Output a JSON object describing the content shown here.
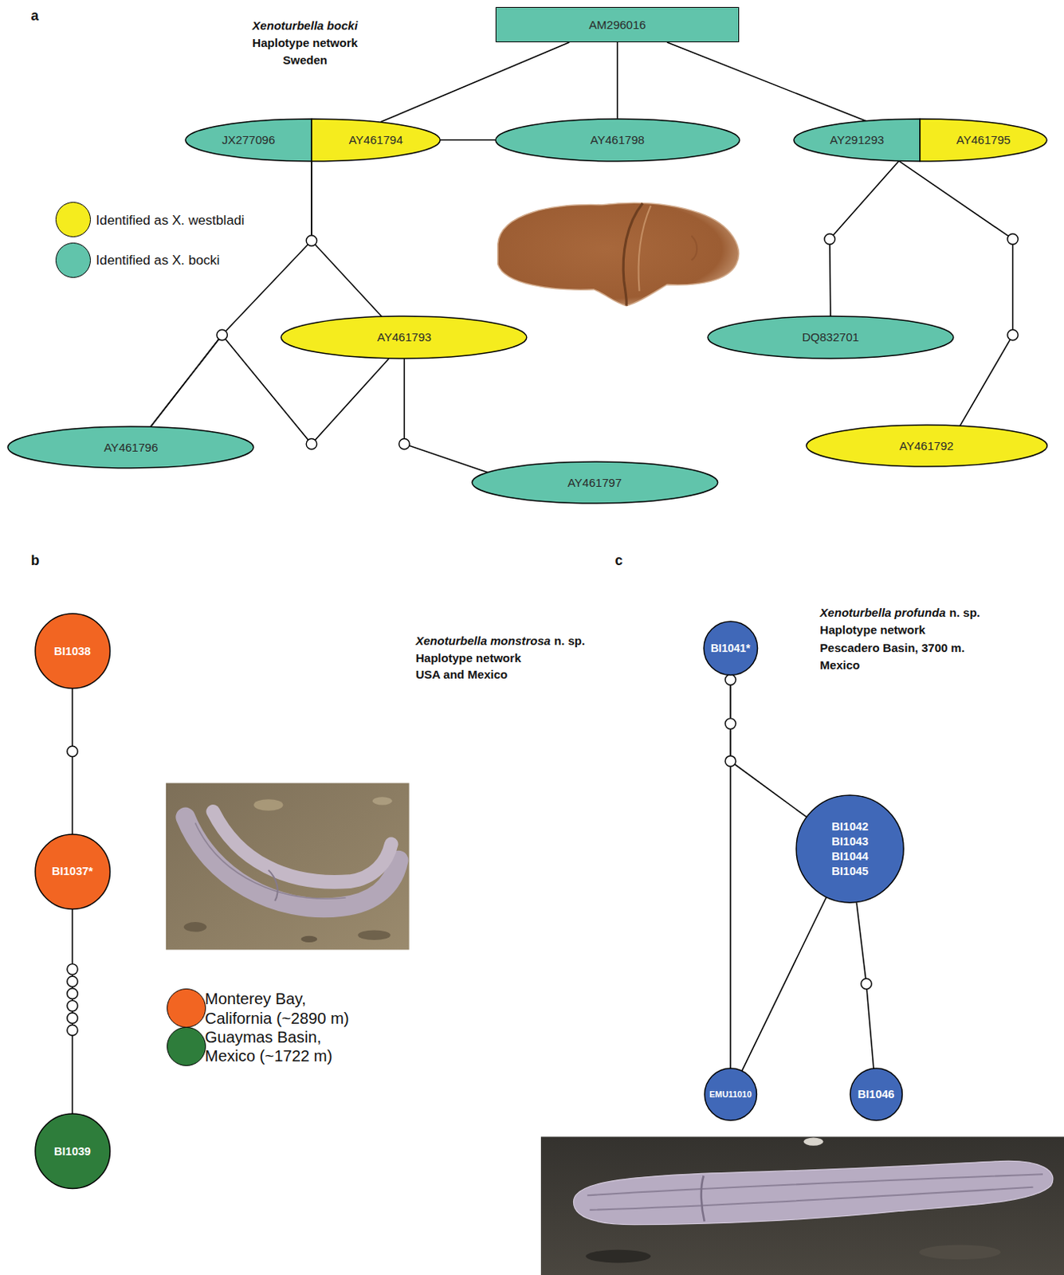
{
  "diagram": {
    "nodes": [
      {
        "text": [
          "AM296016"
        ]
      },
      {
        "text": [
          "JX277096"
        ]
      },
      {
        "text": [
          "AY461794"
        ]
      },
      {
        "text": [
          "AY461798"
        ]
      },
      {
        "text": [
          "AY291293"
        ]
      },
      {
        "text": [
          "AY461795"
        ]
      },
      {
        "text": [
          "AY461793"
        ]
      },
      {
        "text": [
          "DQ832701"
        ]
      },
      {
        "text": [
          "AY461796"
        ]
      },
      {
        "text": [
          "AY461792"
        ]
      },
      {
        "text": [
          "AY461797"
        ]
      },
      {
        "text": [
          "BI1038"
        ]
      },
      {
        "text": [
          "BI1041*"
        ]
      },
      {
        "text": [
          "BI1037*"
        ]
      },
      {
        "text": [
          "BI1042",
          "BI1043",
          "BI1044",
          "BI1045"
        ]
      },
      {
        "text": [
          "BI1039"
        ]
      },
      {
        "text": [
          "EMU11010"
        ]
      },
      {
        "text": [
          "BI1046"
        ]
      }
    ],
    "edges": [
      {
        "from": 0,
        "to": 2,
        "arrow": "none"
      },
      {
        "from": 0,
        "to": 3,
        "arrow": "none"
      },
      {
        "from": 0,
        "to": 4,
        "arrow": "none"
      },
      {
        "from": 2,
        "to": 3,
        "arrow": "none"
      },
      {
        "from": 1,
        "to": 8,
        "arrow": "none"
      },
      {
        "from": 1,
        "to": 6,
        "arrow": "none"
      },
      {
        "from": 6,
        "to": 8,
        "arrow": "none"
      },
      {
        "from": 6,
        "to": 10,
        "arrow": "none"
      },
      {
        "from": 4,
        "to": 7,
        "arrow": "none"
      },
      {
        "from": 4,
        "to": 9,
        "arrow": "none"
      },
      {
        "from": 11,
        "to": 13,
        "arrow": "none"
      },
      {
        "from": 13,
        "to": 15,
        "arrow": "none"
      },
      {
        "from": 12,
        "to": 14,
        "arrow": "none"
      },
      {
        "from": 12,
        "to": 16,
        "arrow": "none"
      },
      {
        "from": 14,
        "to": 16,
        "arrow": "none"
      },
      {
        "from": 14,
        "to": 17,
        "arrow": "none"
      }
    ],
    "labels": [
      "a",
      "Xenoturbella bocki",
      "Haplotype network",
      "Sweden",
      "b",
      "Xenoturbella monstrosa",
      "n. sp.",
      "Haplotype network",
      "USA and Mexico",
      "c",
      "Xenoturbella profunda",
      "n. sp.",
      "Haplotype network",
      "Pescadero Basin, 3700 m.",
      "Mexico"
    ],
    "legend": [
      {
        "text": "Identified as X. westbladi",
        "color": "#f5ec1e"
      },
      {
        "text": "Identified as X. bocki",
        "color": "#61c4ab"
      },
      {
        "text": "Monterey Bay, California (~2890 m)",
        "color": "#f26522"
      },
      {
        "text": "Guaymas Basin, Mexico (~1722 m)",
        "color": "#2e7d3b"
      }
    ]
  }
}
